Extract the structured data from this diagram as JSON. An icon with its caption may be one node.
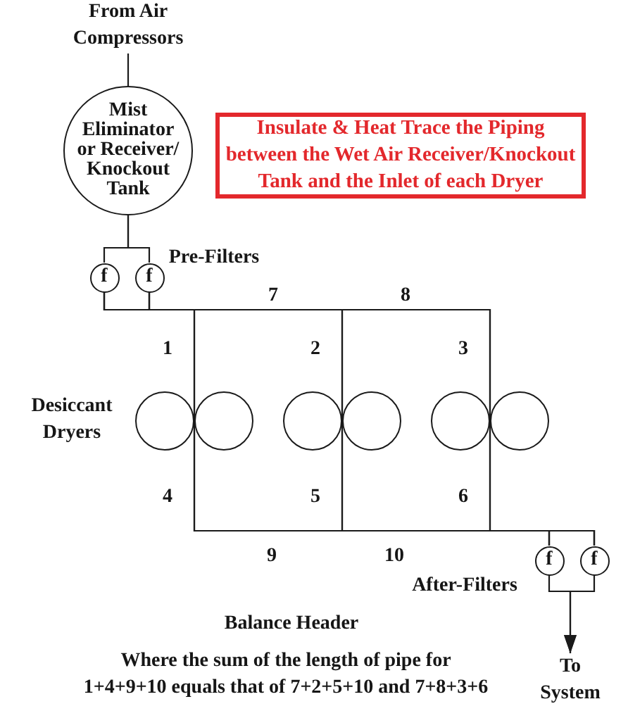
{
  "diagram": {
    "nodes": [
      {
        "text": [
          "From Air Compressors"
        ]
      },
      {
        "text": [
          "Mist Eliminator or Receiver/ Knockout Tank"
        ]
      },
      {
        "text": [
          "Insulate & Heat Trace the Piping between the Wet Air Receiver/Knockout Tank and the Inlet of each Dryer"
        ]
      },
      {
        "text": [
          "f"
        ]
      },
      {
        "text": [
          "f"
        ]
      },
      {
        "text": [],
        "shape": "circle"
      },
      {
        "text": [],
        "shape": "circle"
      },
      {
        "text": [],
        "shape": "circle"
      },
      {
        "text": [],
        "shape": "circle"
      },
      {
        "text": [],
        "shape": "circle"
      },
      {
        "text": [],
        "shape": "circle"
      },
      {
        "text": [
          "f"
        ]
      },
      {
        "text": [
          "f"
        ]
      },
      {
        "text": [
          "To System"
        ]
      }
    ],
    "edges": [
      {
        "from": 0,
        "to": 1,
        "arrow": "none"
      },
      {
        "from": 1,
        "to": 3,
        "arrow": "none"
      },
      {
        "from": 1,
        "to": 4,
        "arrow": "none"
      },
      {
        "from": 3,
        "to": 5,
        "arrow": "none"
      },
      {
        "from": 3,
        "to": 6,
        "arrow": "none"
      },
      {
        "from": 3,
        "to": 7,
        "arrow": "none"
      },
      {
        "from": 3,
        "to": 8,
        "arrow": "none"
      },
      {
        "from": 3,
        "to": 9,
        "arrow": "none"
      },
      {
        "from": 3,
        "to": 10,
        "arrow": "none"
      },
      {
        "from": 4,
        "to": 5,
        "arrow": "none"
      },
      {
        "from": 4,
        "to": 6,
        "arrow": "none"
      },
      {
        "from": 4,
        "to": 7,
        "arrow": "none"
      },
      {
        "from": 4,
        "to": 8,
        "arrow": "none"
      },
      {
        "from": 4,
        "to": 9,
        "arrow": "none"
      },
      {
        "from": 4,
        "to": 10,
        "arrow": "none"
      },
      {
        "from": 5,
        "to": 11,
        "arrow": "none"
      },
      {
        "from": 6,
        "to": 11,
        "arrow": "none"
      },
      {
        "from": 7,
        "to": 11,
        "arrow": "none"
      },
      {
        "from": 8,
        "to": 11,
        "arrow": "none"
      },
      {
        "from": 9,
        "to": 11,
        "arrow": "none"
      },
      {
        "from": 10,
        "to": 11,
        "arrow": "none"
      },
      {
        "from": 5,
        "to": 12,
        "arrow": "none"
      },
      {
        "from": 6,
        "to": 12,
        "arrow": "none"
      },
      {
        "from": 7,
        "to": 12,
        "arrow": "none"
      },
      {
        "from": 8,
        "to": 12,
        "arrow": "none"
      },
      {
        "from": 9,
        "to": 12,
        "arrow": "none"
      },
      {
        "from": 10,
        "to": 12,
        "arrow": "none"
      },
      {
        "from": 11,
        "to": 13,
        "arrow": "to"
      },
      {
        "from": 12,
        "to": 13,
        "arrow": "to"
      }
    ],
    "labels": [
      "Pre-Filters",
      "7",
      "8",
      "1",
      "2",
      "3",
      "Desiccant Dryers",
      "4",
      "5",
      "6",
      "9",
      "10",
      "After-Filters",
      "Balance Header",
      "Where the sum of the length of pipe for 1+4+9+10 equals that of 7+2+5+10 and 7+8+3+6"
    ]
  }
}
